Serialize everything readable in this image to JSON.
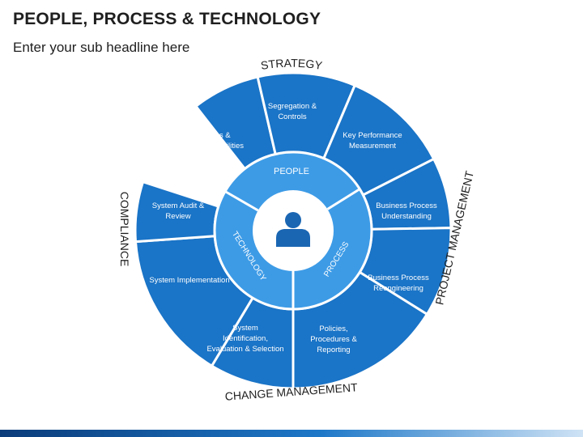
{
  "header": {
    "title": "PEOPLE, PROCESS & TECHNOLOGY",
    "subtitle": "Enter your sub headline here"
  },
  "colors": {
    "outer_segment": "#1a74c7",
    "inner_ring": "#3d9be6",
    "center_disc": "#ffffff",
    "person_icon": "#1a66b3",
    "divider": "#ffffff",
    "label_text": "#1f1f1f"
  },
  "outer_labels": {
    "strategy": "STRATEGY",
    "project_management": "PROJECT MANAGEMENT",
    "change_management": "CHANGE MANAGEMENT",
    "compliance": "COMPLIANCE"
  },
  "inner_ring": {
    "people": "PEOPLE",
    "process": "PROCESS",
    "technology": "TECHNOLOGY"
  },
  "center_icon": "person-icon",
  "segments": [
    {
      "label": "Segregation & Controls"
    },
    {
      "label": "Key Performance Measurement"
    },
    {
      "label": "Business Process Understanding"
    },
    {
      "label": "Business Process Reengineering"
    },
    {
      "label": "Policies, Procedures & Reporting"
    },
    {
      "label": "System Identification, Evaluation & Selection"
    },
    {
      "label": "System Implementation"
    },
    {
      "label": "System Audit & Review"
    },
    {
      "label": "Roles & Responsibilities"
    }
  ]
}
